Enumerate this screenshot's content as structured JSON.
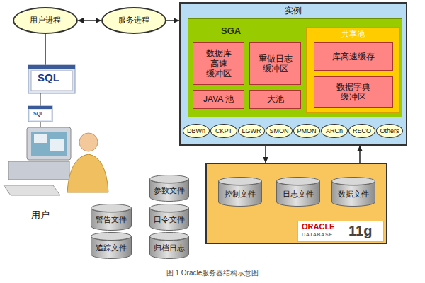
{
  "diagram": {
    "caption": "图 1 Oracle服务器结构示意图",
    "nodes": [
      {
        "text": [
          "用户进程"
        ]
      },
      {
        "text": [
          "服务进程"
        ]
      },
      {
        "text": [
          "实例"
        ]
      },
      {
        "text": [
          "SGA"
        ],
        "in": 2
      },
      {
        "text": [
          "数据库 高速 缓冲区"
        ],
        "in": 3
      },
      {
        "text": [
          "重做日志 缓冲区"
        ],
        "in": 3
      },
      {
        "text": [
          "JAVA 池"
        ],
        "in": 3
      },
      {
        "text": [
          "大池"
        ],
        "in": 3
      },
      {
        "text": [
          "共享池"
        ],
        "in": 3
      },
      {
        "text": [
          "库高速缓存"
        ],
        "in": 8
      },
      {
        "text": [
          "数据字典 缓冲区"
        ],
        "in": 8
      },
      {
        "text": [
          "DBWn"
        ],
        "in": 2
      },
      {
        "text": [
          "CKPT"
        ],
        "in": 2
      },
      {
        "text": [
          "LGWR"
        ],
        "in": 2
      },
      {
        "text": [
          "SMON"
        ],
        "in": 2
      },
      {
        "text": [
          "PMON"
        ],
        "in": 2
      },
      {
        "text": [
          "ARCn"
        ],
        "in": 2
      },
      {
        "text": [
          "RECO"
        ],
        "in": 2
      },
      {
        "text": [
          "Others"
        ],
        "in": 2
      },
      {
        "text": [
          "ORACLE",
          "DATABASE",
          "11g"
        ]
      },
      {
        "text": [
          "控制文件"
        ],
        "in": 19
      },
      {
        "text": [
          "日志文件"
        ],
        "in": 19
      },
      {
        "text": [
          "数据文件"
        ],
        "in": 19
      },
      {
        "text": [
          "参数文件"
        ]
      },
      {
        "text": [
          "口令文件"
        ]
      },
      {
        "text": [
          "归档日志"
        ]
      },
      {
        "text": [
          "警告文件"
        ]
      },
      {
        "text": [
          "追踪文件"
        ]
      }
    ],
    "edges": [
      {
        "from": 0,
        "to": 1,
        "arrow": "both"
      },
      {
        "from": 1,
        "to": 2,
        "arrow": "to"
      },
      {
        "from": 2,
        "to": 19,
        "arrow": "to"
      },
      {
        "from": 19,
        "to": 2,
        "arrow": "to"
      }
    ],
    "labels": [
      "SQL",
      "SQL",
      "用户"
    ]
  }
}
